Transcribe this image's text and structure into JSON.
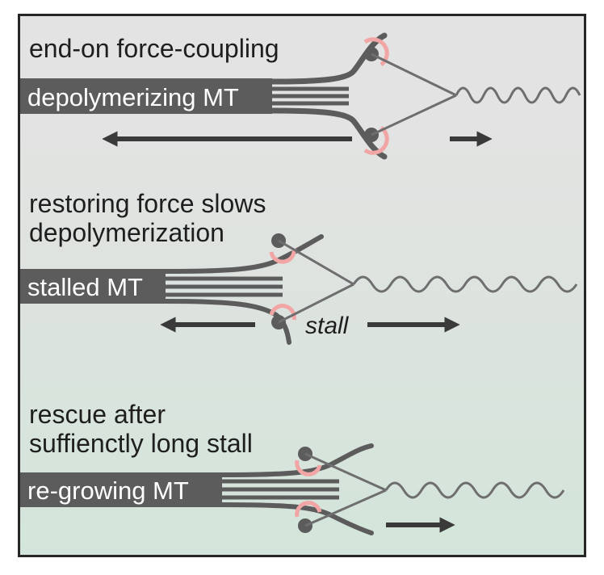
{
  "panels": [
    {
      "caption_lines": [
        "end-on force-coupling"
      ],
      "mt_label": "depolymerizing MT"
    },
    {
      "caption_lines": [
        "restoring force slows",
        "depolymerization"
      ],
      "mt_label": "stalled MT",
      "stall_label": "stall"
    },
    {
      "caption_lines": [
        "rescue after",
        "suffienctly long stall"
      ],
      "mt_label": "re-growing MT"
    }
  ],
  "colors": {
    "microtubule": "#5c5c5c",
    "arrow": "#3a3a3a",
    "linker": "#6e6e6e",
    "binding_site": "#f2a5a5",
    "background_top": "#e3e3e3",
    "background_bottom": "#d3e5da",
    "border": "#262626"
  }
}
